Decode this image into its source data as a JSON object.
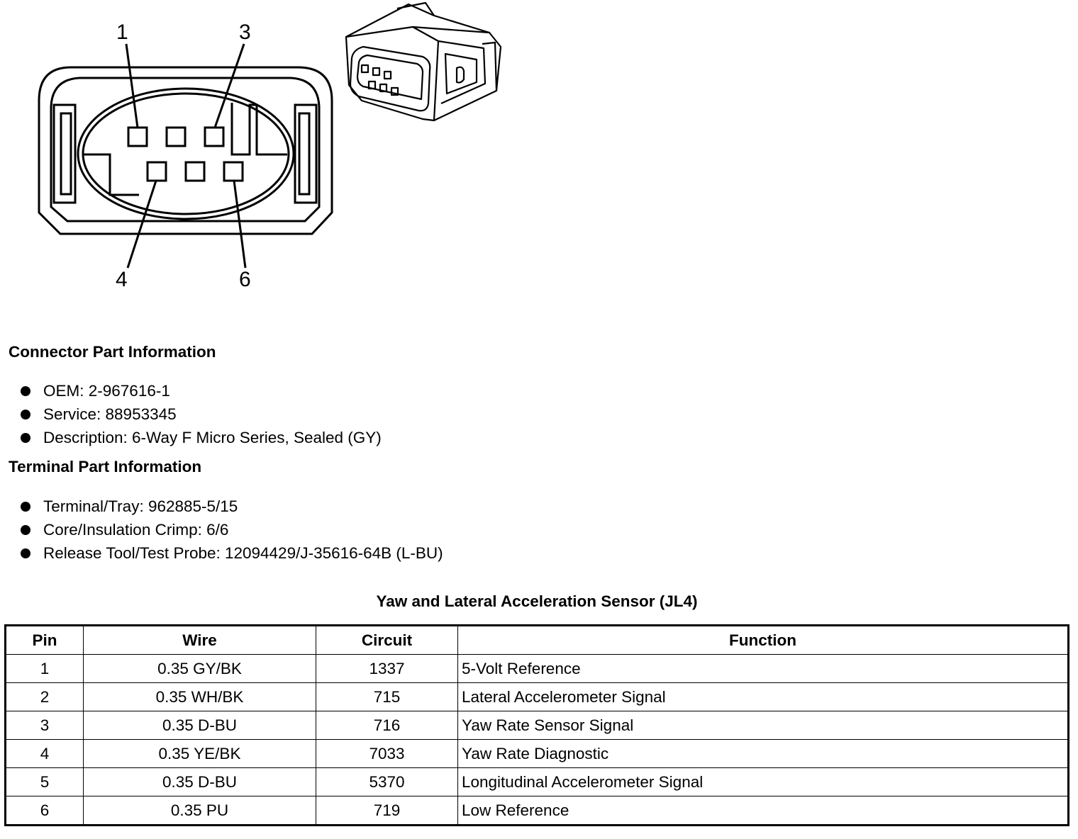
{
  "diagram": {
    "callouts": [
      "1",
      "3",
      "4",
      "6"
    ]
  },
  "connector_info": {
    "heading": "Connector Part Information",
    "items": [
      "OEM: 2-967616-1",
      "Service: 88953345",
      "Description: 6-Way F Micro Series, Sealed (GY)"
    ]
  },
  "terminal_info": {
    "heading": "Terminal Part Information",
    "items": [
      "Terminal/Tray: 962885-5/15",
      "Core/Insulation Crimp: 6/6",
      "Release Tool/Test Probe: 12094429/J-35616-64B (L-BU)"
    ]
  },
  "table": {
    "title": "Yaw and Lateral Acceleration Sensor (JL4)",
    "headers": [
      "Pin",
      "Wire",
      "Circuit",
      "Function"
    ],
    "rows": [
      [
        "1",
        "0.35 GY/BK",
        "1337",
        "5-Volt Reference"
      ],
      [
        "2",
        "0.35 WH/BK",
        "715",
        "Lateral Accelerometer Signal"
      ],
      [
        "3",
        "0.35 D-BU",
        "716",
        "Yaw Rate Sensor Signal"
      ],
      [
        "4",
        "0.35 YE/BK",
        "7033",
        "Yaw Rate Diagnostic"
      ],
      [
        "5",
        "0.35 D-BU",
        "5370",
        "Longitudinal Accelerometer Signal"
      ],
      [
        "6",
        "0.35 PU",
        "719",
        "Low Reference"
      ]
    ]
  }
}
